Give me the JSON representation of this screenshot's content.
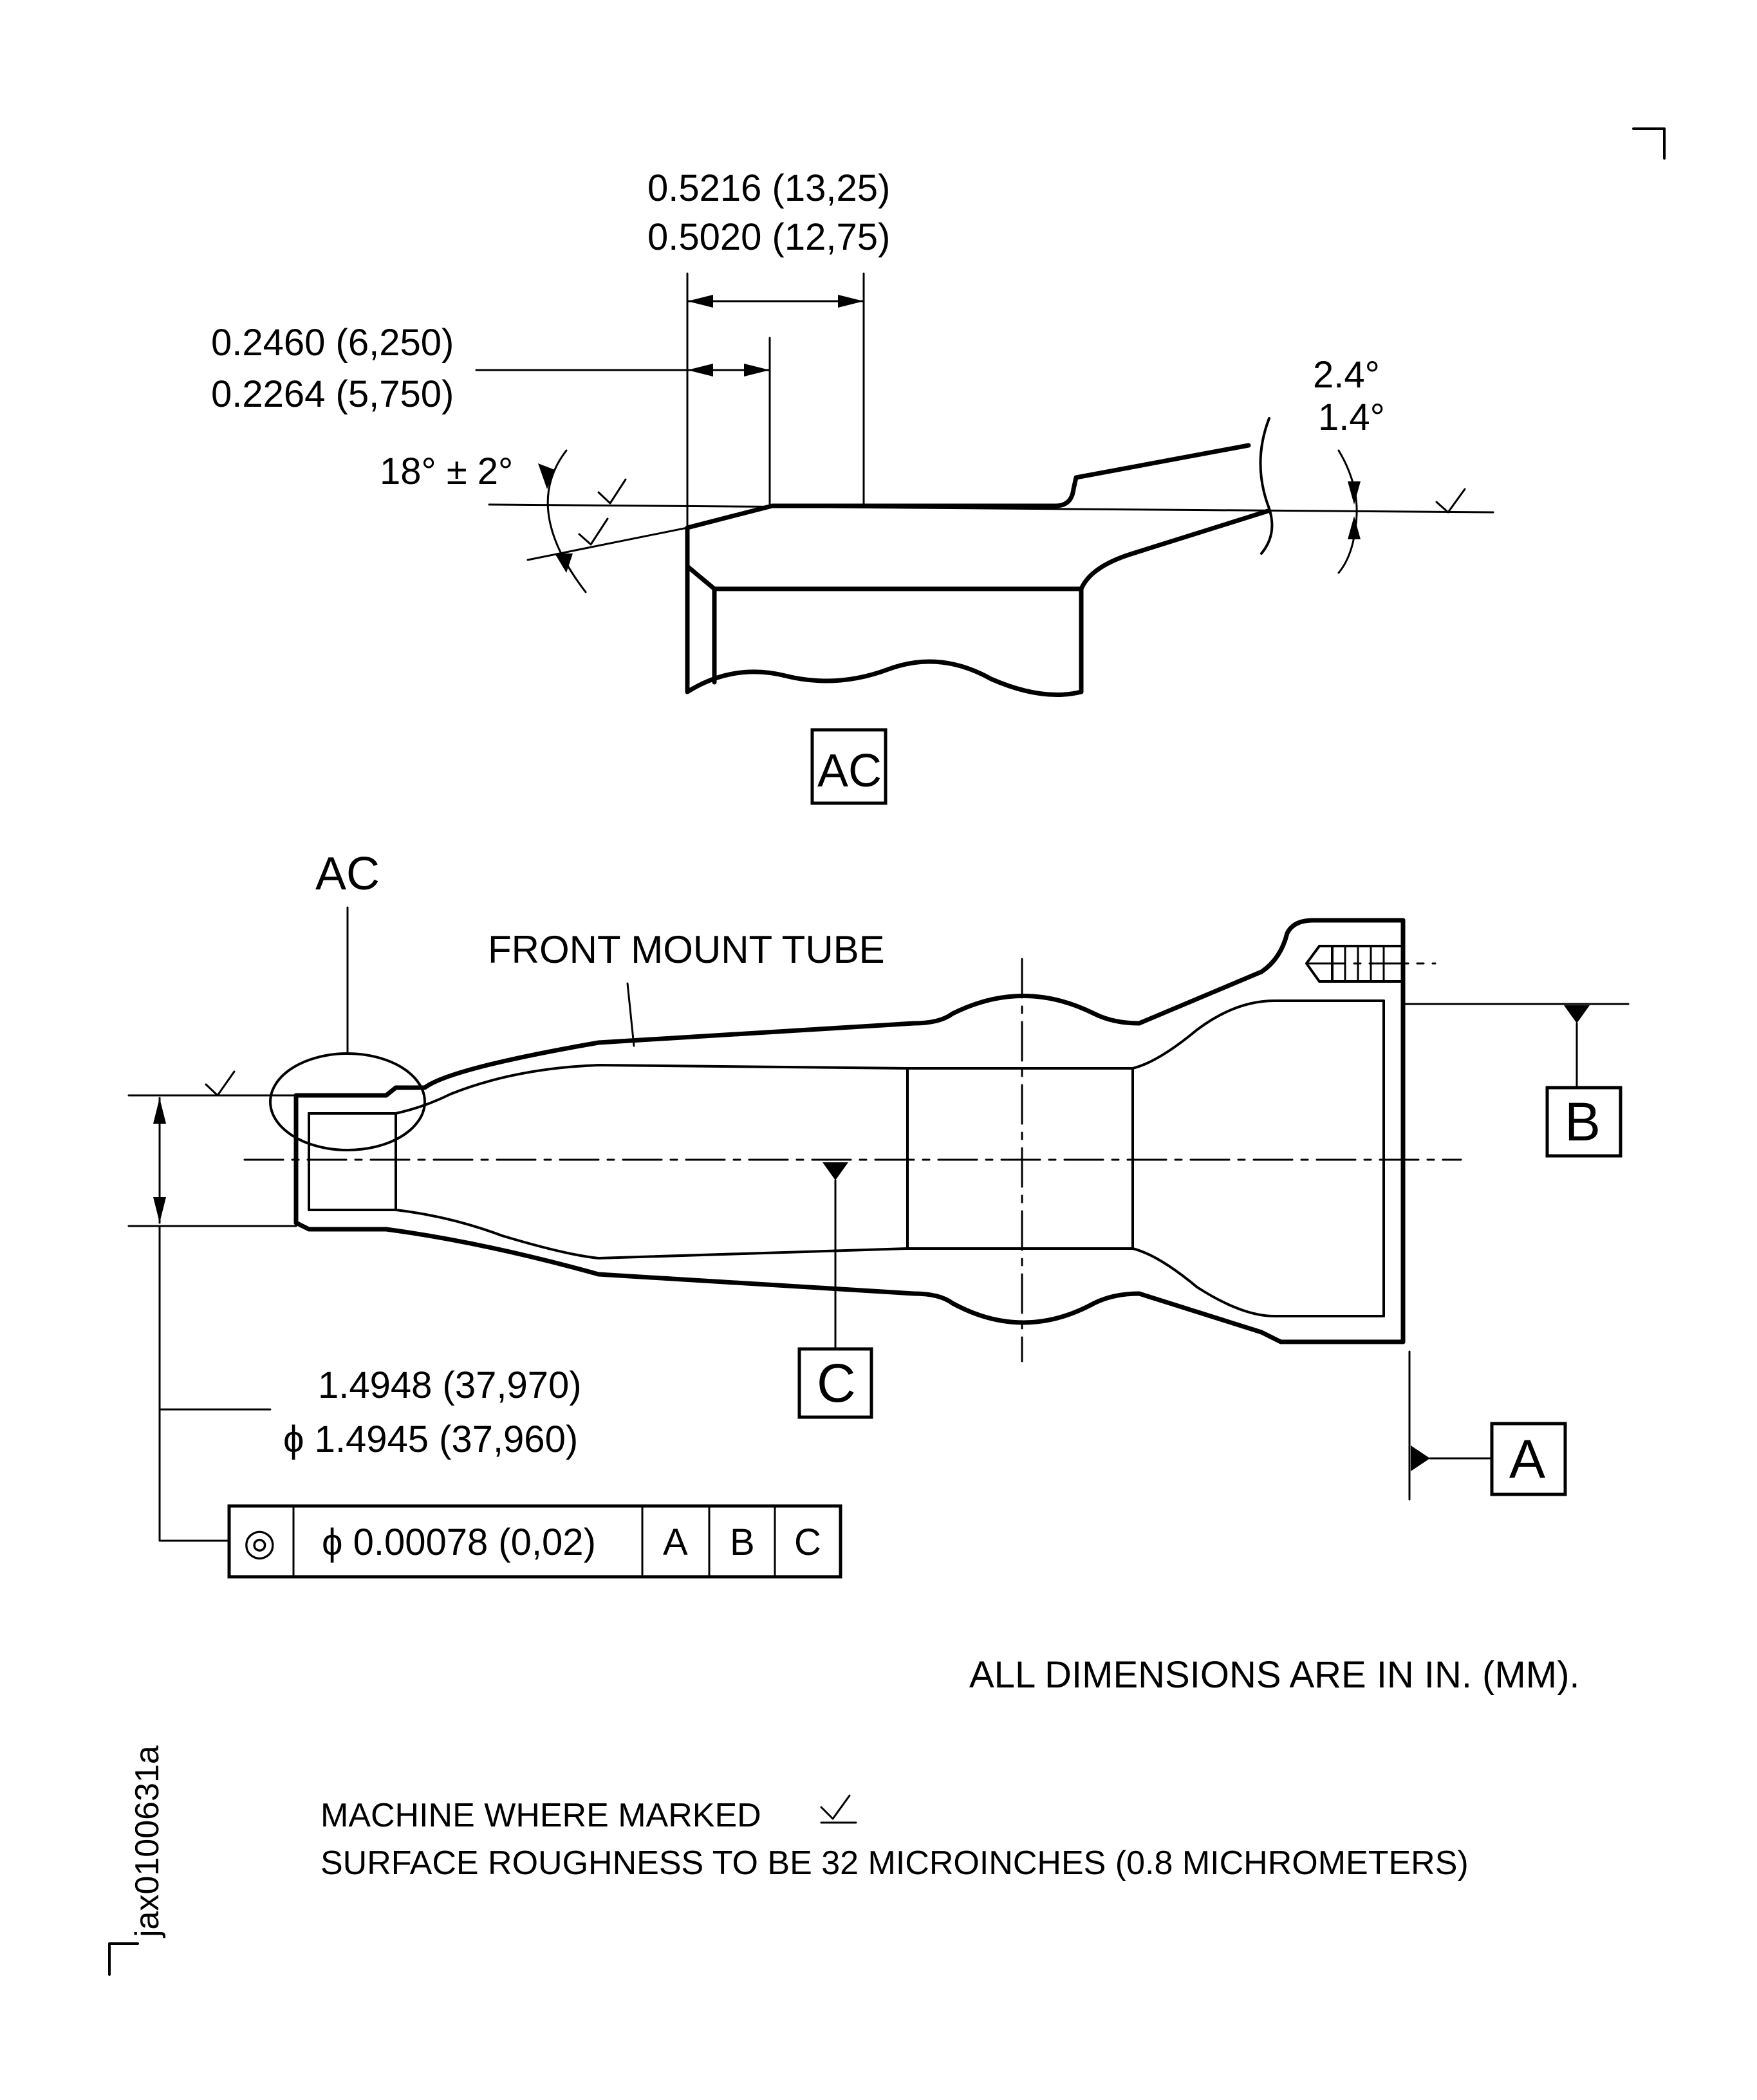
{
  "detail": {
    "dim_width_upper": "0.5216 (13,25)",
    "dim_width_lower": "0.5020 (12,75)",
    "dim_offset_upper": "0.2460 (6,250)",
    "dim_offset_lower": "0.2264 (5,750)",
    "angle_chamfer": "18° ± 2°",
    "angle_taper_upper": "2.4°",
    "angle_taper_lower": "1.4°",
    "view_label": "AC"
  },
  "main_view": {
    "detail_callout": "AC",
    "part_label": "FRONT MOUNT TUBE",
    "datum_a": "A",
    "datum_b": "B",
    "datum_c": "C",
    "diameter_upper": "1.4948 (37,970)",
    "diameter_lower": "ϕ 1.4945 (37,960)"
  },
  "feature_control_frame": {
    "symbol": "◎",
    "tolerance": "ϕ 0.00078 (0,02)",
    "datums": [
      "A",
      "B",
      "C"
    ]
  },
  "notes": {
    "units": "ALL DIMENSIONS ARE IN IN. (MM).",
    "machine_line": "MACHINE WHERE MARKED",
    "roughness_line": "SURFACE ROUGHNESS TO BE 32 MICROINCHES  (0.8 MICHROMETERS)"
  },
  "figure_id": "jax0100631a"
}
